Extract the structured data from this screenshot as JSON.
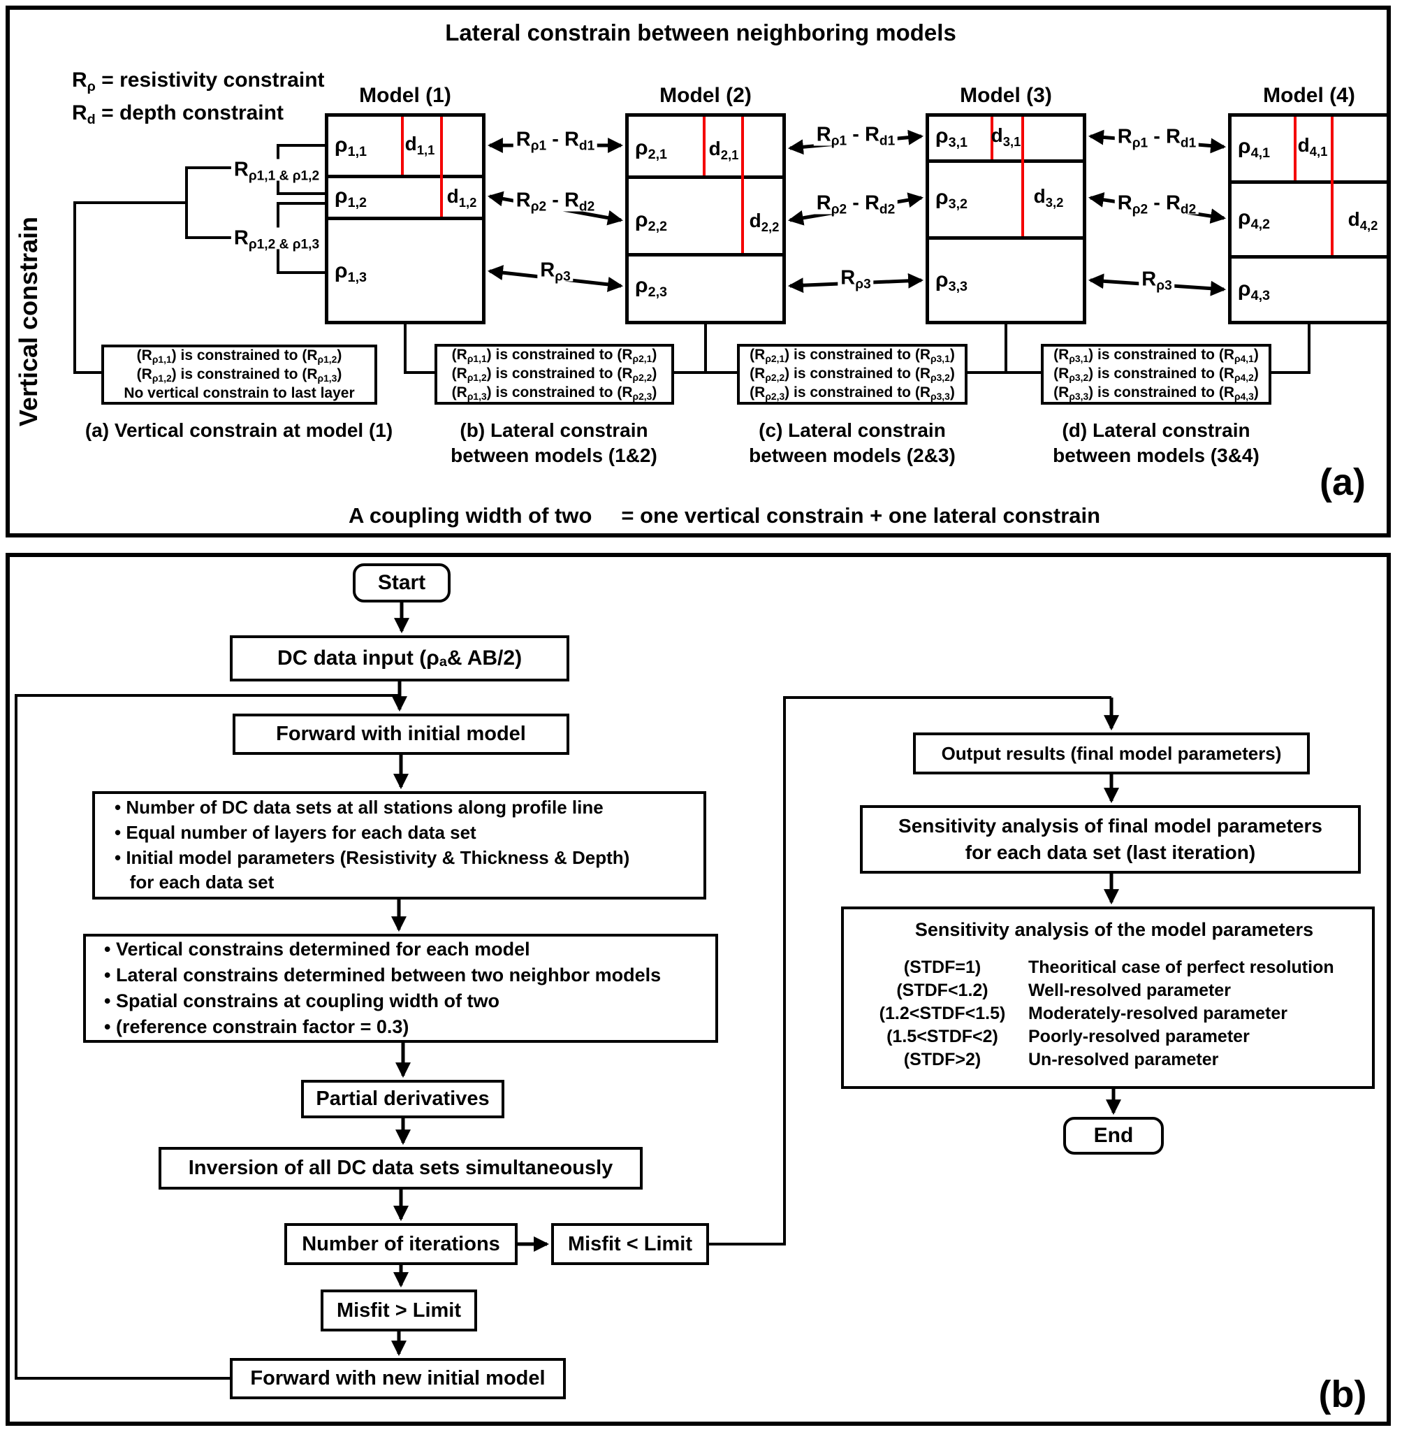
{
  "panel_a": {
    "title": "Lateral constrain between neighboring models",
    "corner_label": "(a)",
    "vertical_axis_label": "Vertical constrain",
    "legend": {
      "line1": [
        {
          "t": "R"
        },
        {
          "t": "ρ",
          "s": 1
        },
        {
          "t": " = resistivity constraint"
        }
      ],
      "line2": [
        {
          "t": "R"
        },
        {
          "t": "d",
          "s": 1
        },
        {
          "t": " = depth constraint"
        }
      ]
    },
    "vc_labels": {
      "upper": [
        {
          "t": "R"
        },
        {
          "t": "ρ1,1 & ρ1,2",
          "s": 1
        }
      ],
      "lower": [
        {
          "t": "R"
        },
        {
          "t": "ρ1,2 & ρ1,3",
          "s": 1
        }
      ]
    },
    "arrow_labels": {
      "row1": [
        {
          "t": "R"
        },
        {
          "t": "ρ1",
          "s": 1
        },
        {
          "t": " - R"
        },
        {
          "t": "d1",
          "s": 1
        }
      ],
      "row2": [
        {
          "t": "R"
        },
        {
          "t": "ρ2",
          "s": 1
        },
        {
          "t": " - R"
        },
        {
          "t": "d2",
          "s": 1
        }
      ],
      "row3": [
        {
          "t": "R"
        },
        {
          "t": "ρ3",
          "s": 1
        }
      ]
    },
    "models": [
      {
        "title": "Model (1)",
        "rho1": [
          {
            "t": "ρ"
          },
          {
            "t": "1,1",
            "s": 1
          }
        ],
        "rho2": [
          {
            "t": "ρ"
          },
          {
            "t": "1,2",
            "s": 1
          }
        ],
        "rho3": [
          {
            "t": "ρ"
          },
          {
            "t": "1,3",
            "s": 1
          }
        ],
        "d1": [
          {
            "t": "d"
          },
          {
            "t": "1,1",
            "s": 1
          }
        ],
        "d2": [
          {
            "t": "d"
          },
          {
            "t": "1,2",
            "s": 1
          }
        ]
      },
      {
        "title": "Model (2)",
        "rho1": [
          {
            "t": "ρ"
          },
          {
            "t": "2,1",
            "s": 1
          }
        ],
        "rho2": [
          {
            "t": "ρ"
          },
          {
            "t": "2,2",
            "s": 1
          }
        ],
        "rho3": [
          {
            "t": "ρ"
          },
          {
            "t": "2,3",
            "s": 1
          }
        ],
        "d1": [
          {
            "t": "d"
          },
          {
            "t": "2,1",
            "s": 1
          }
        ],
        "d2": [
          {
            "t": "d"
          },
          {
            "t": "2,2",
            "s": 1
          }
        ]
      },
      {
        "title": "Model (3)",
        "rho1": [
          {
            "t": "ρ"
          },
          {
            "t": "3,1",
            "s": 1
          }
        ],
        "rho2": [
          {
            "t": "ρ"
          },
          {
            "t": "3,2",
            "s": 1
          }
        ],
        "rho3": [
          {
            "t": "ρ"
          },
          {
            "t": "3,3",
            "s": 1
          }
        ],
        "d1": [
          {
            "t": "d"
          },
          {
            "t": "3,1",
            "s": 1
          }
        ],
        "d2": [
          {
            "t": "d"
          },
          {
            "t": "3,2",
            "s": 1
          }
        ]
      },
      {
        "title": "Model (4)",
        "rho1": [
          {
            "t": "ρ"
          },
          {
            "t": "4,1",
            "s": 1
          }
        ],
        "rho2": [
          {
            "t": "ρ"
          },
          {
            "t": "4,2",
            "s": 1
          }
        ],
        "rho3": [
          {
            "t": "ρ"
          },
          {
            "t": "4,3",
            "s": 1
          }
        ],
        "d1": [
          {
            "t": "d"
          },
          {
            "t": "4,1",
            "s": 1
          }
        ],
        "d2": [
          {
            "t": "d"
          },
          {
            "t": "4,2",
            "s": 1
          }
        ]
      }
    ],
    "note_boxes": [
      {
        "l1": [
          {
            "t": "(R"
          },
          {
            "t": "ρ1,1",
            "s": 1
          },
          {
            "t": ") is constrained to (R"
          },
          {
            "t": "ρ1,2",
            "s": 1
          },
          {
            "t": ")"
          }
        ],
        "l2": [
          {
            "t": "(R"
          },
          {
            "t": "ρ1,2",
            "s": 1
          },
          {
            "t": ") is constrained to (R"
          },
          {
            "t": "ρ1,3",
            "s": 1
          },
          {
            "t": ")"
          }
        ],
        "l3": [
          {
            "t": "No vertical constrain to last layer"
          }
        ]
      },
      {
        "l1": [
          {
            "t": "(R"
          },
          {
            "t": "ρ1,1",
            "s": 1
          },
          {
            "t": ") is constrained to (R"
          },
          {
            "t": "ρ2,1",
            "s": 1
          },
          {
            "t": ")"
          }
        ],
        "l2": [
          {
            "t": "(R"
          },
          {
            "t": "ρ1,2",
            "s": 1
          },
          {
            "t": ") is constrained to (R"
          },
          {
            "t": "ρ2,2",
            "s": 1
          },
          {
            "t": ")"
          }
        ],
        "l3": [
          {
            "t": "(R"
          },
          {
            "t": "ρ1,3",
            "s": 1
          },
          {
            "t": ") is constrained to (R"
          },
          {
            "t": "ρ2,3",
            "s": 1
          },
          {
            "t": ")"
          }
        ]
      },
      {
        "l1": [
          {
            "t": "(R"
          },
          {
            "t": "ρ2,1",
            "s": 1
          },
          {
            "t": ") is constrained to (R"
          },
          {
            "t": "ρ3,1",
            "s": 1
          },
          {
            "t": ")"
          }
        ],
        "l2": [
          {
            "t": "(R"
          },
          {
            "t": "ρ2,2",
            "s": 1
          },
          {
            "t": ") is constrained to (R"
          },
          {
            "t": "ρ3,2",
            "s": 1
          },
          {
            "t": ")"
          }
        ],
        "l3": [
          {
            "t": "(R"
          },
          {
            "t": "ρ2,3",
            "s": 1
          },
          {
            "t": ") is constrained to (R"
          },
          {
            "t": "ρ3,3",
            "s": 1
          },
          {
            "t": ")"
          }
        ]
      },
      {
        "l1": [
          {
            "t": "(R"
          },
          {
            "t": "ρ3,1",
            "s": 1
          },
          {
            "t": ") is constrained to (R"
          },
          {
            "t": "ρ4,1",
            "s": 1
          },
          {
            "t": ")"
          }
        ],
        "l2": [
          {
            "t": "(R"
          },
          {
            "t": "ρ3,2",
            "s": 1
          },
          {
            "t": ") is constrained to (R"
          },
          {
            "t": "ρ4,2",
            "s": 1
          },
          {
            "t": ")"
          }
        ],
        "l3": [
          {
            "t": "(R"
          },
          {
            "t": "ρ3,3",
            "s": 1
          },
          {
            "t": ") is constrained to (R"
          },
          {
            "t": "ρ4,3",
            "s": 1
          },
          {
            "t": ")"
          }
        ]
      }
    ],
    "captions": [
      {
        "line1": "(a) Vertical constrain at model (1)",
        "line2": ""
      },
      {
        "line1": "(b) Lateral constrain",
        "line2": "between models (1&2)"
      },
      {
        "line1": "(c) Lateral constrain",
        "line2": "between models (2&3)"
      },
      {
        "line1": "(d) Lateral constrain",
        "line2": "between models (3&4)"
      }
    ],
    "bottom_left": "A coupling width of two",
    "bottom_right": "= one vertical constrain + one lateral constrain"
  },
  "panel_b": {
    "corner_label": "(b)",
    "start": "Start",
    "dc_input": [
      {
        "t": "DC data input (ρ"
      },
      {
        "t": "a",
        "s": 1
      },
      {
        "t": " & AB/2)"
      }
    ],
    "forward": "Forward with initial model",
    "bullets1": [
      "• Number of DC data sets at all stations along profile line",
      "• Equal number of layers for each data set",
      "• Initial model parameters (Resistivity & Thickness & Depth)",
      "   for each data set"
    ],
    "bullets2": [
      "• Vertical constrains determined for each model",
      "• Lateral constrains determined between two neighbor models",
      "• Spatial constrains at coupling width of two",
      "• (reference constrain factor = 0.3)"
    ],
    "partial": "Partial derivatives",
    "inversion": "Inversion of all DC data sets simultaneously",
    "iterations": "Number of iterations",
    "misfit_less": "Misfit < Limit",
    "misfit_greater": "Misfit > Limit",
    "forward_new": "Forward with new initial model",
    "output": "Output results (final model parameters)",
    "sens1_line1": "Sensitivity analysis of final model parameters",
    "sens1_line2": "for each data set (last iteration)",
    "stdf_title": "Sensitivity analysis of the model parameters",
    "stdf_rows": [
      {
        "c": "(STDF=1)",
        "d": "Theoritical case of perfect resolution"
      },
      {
        "c": "(STDF<1.2)",
        "d": "Well-resolved parameter"
      },
      {
        "c": "(1.2<STDF<1.5)",
        "d": "Moderately-resolved parameter"
      },
      {
        "c": "(1.5<STDF<2)",
        "d": "Poorly-resolved parameter"
      },
      {
        "c": "(STDF>2)",
        "d": "Un-resolved parameter"
      }
    ],
    "end": "End"
  }
}
